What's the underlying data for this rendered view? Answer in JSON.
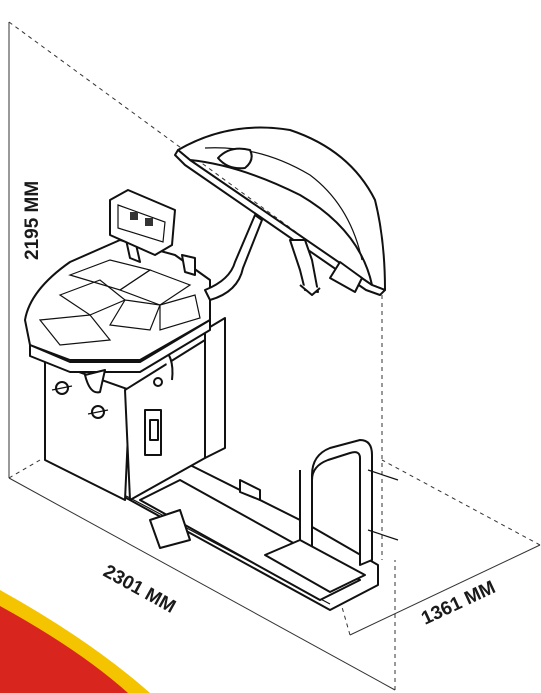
{
  "dimensions": {
    "height_label": "2195 MM",
    "length_label": "2301 MM",
    "depth_label": "1361 MM"
  },
  "colors": {
    "corner_red": "#d8261f",
    "corner_yellow": "#f5c400",
    "line": "#111111"
  },
  "icons": [
    "wheel-balancer-machine"
  ]
}
